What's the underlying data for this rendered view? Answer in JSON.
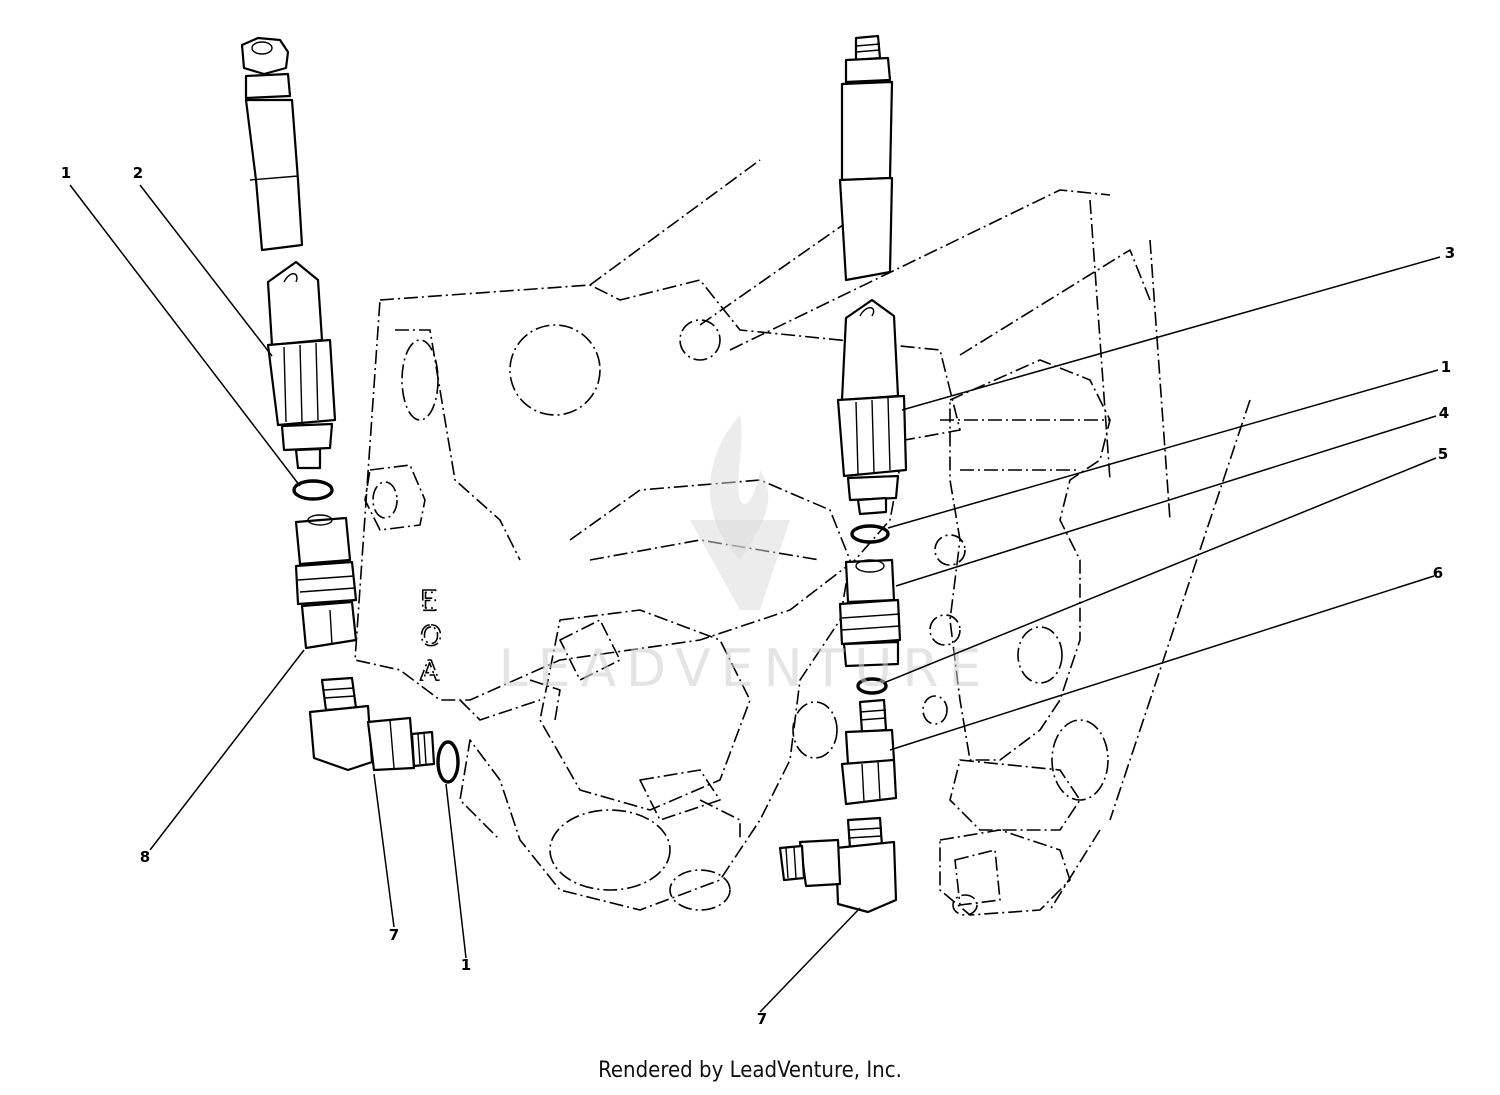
{
  "diagram": {
    "callouts": [
      "1",
      "2",
      "3",
      "1",
      "4",
      "5",
      "6",
      "8",
      "7",
      "1",
      "7"
    ],
    "watermark": "LEADVENTURE"
  },
  "footer": {
    "credit": "Rendered by LeadVenture, Inc."
  }
}
